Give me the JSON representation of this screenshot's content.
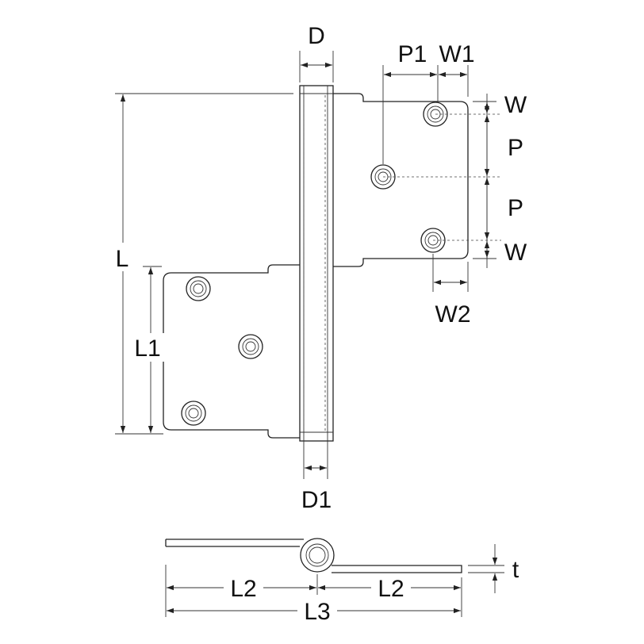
{
  "labels": {
    "D": "D",
    "P1": "P1",
    "W1": "W1",
    "W_top": "W",
    "P_top": "P",
    "P_bottom": "P",
    "W_bottom": "W",
    "W2": "W2",
    "L": "L",
    "L1": "L1",
    "D1": "D1",
    "L2_left": "L2",
    "L2_right": "L2",
    "L3": "L3",
    "t": "t"
  }
}
